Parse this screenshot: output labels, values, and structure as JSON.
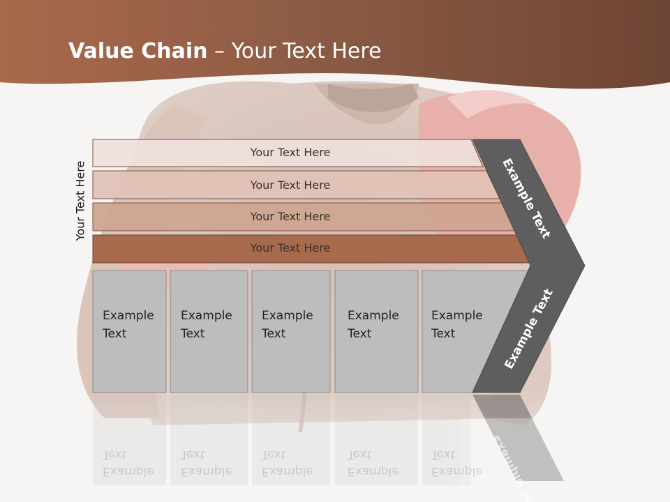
{
  "slide": {
    "title_bold": "Value Chain",
    "title_rest": " – Your Text Here"
  },
  "side_label": "Your Text Here",
  "bars": [
    {
      "label": "Your Text Here"
    },
    {
      "label": "Your Text Here"
    },
    {
      "label": "Your Text Here"
    },
    {
      "label": "Your Text Here"
    }
  ],
  "boxes": [
    {
      "line1": "Example",
      "line2": "Text"
    },
    {
      "line1": "Example",
      "line2": "Text"
    },
    {
      "line1": "Example",
      "line2": "Text"
    },
    {
      "line1": "Example",
      "line2": "Text"
    },
    {
      "line1": "Example",
      "line2": "Text"
    }
  ],
  "chevron": {
    "upper_label": "Example Text",
    "lower_label": "Example Text"
  },
  "colors": {
    "header_left": "#a86a4c",
    "header_right": "#7a4e38",
    "bar_1": "#efe0dc",
    "bar_2": "#e0c2b6",
    "bar_3": "#cfa590",
    "bar_4": "#a86a4c",
    "box_fill": "#bdbdbd",
    "chevron": "#5e5e5e"
  }
}
